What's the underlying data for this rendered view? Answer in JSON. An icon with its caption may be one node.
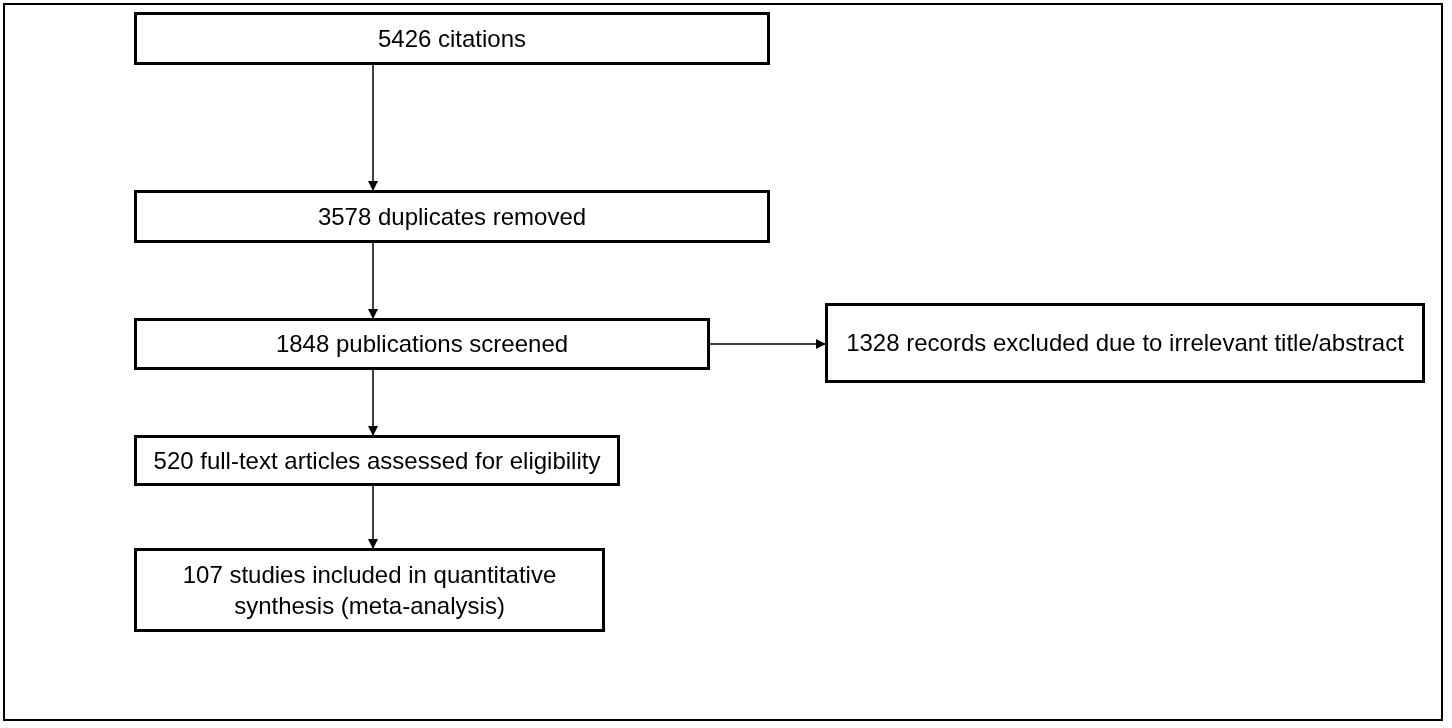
{
  "diagram": {
    "nodes": [
      {
        "text": [
          "5426 citations"
        ]
      },
      {
        "text": [
          "3578 duplicates removed"
        ]
      },
      {
        "text": [
          "1848 publications screened"
        ]
      },
      {
        "text": [
          "1328 records excluded due to irrelevant title/abstract"
        ]
      },
      {
        "text": [
          "520 full-text articles assessed for eligibility"
        ]
      },
      {
        "text": [
          "107 studies included in quantitative synthesis (meta-analysis)"
        ]
      }
    ],
    "edges": [
      {
        "from": 0,
        "to": 1,
        "arrow": "to"
      },
      {
        "from": 1,
        "to": 2,
        "arrow": "to"
      },
      {
        "from": 2,
        "to": 3,
        "arrow": "to"
      },
      {
        "from": 2,
        "to": 4,
        "arrow": "to"
      },
      {
        "from": 4,
        "to": 5,
        "arrow": "to"
      }
    ]
  }
}
